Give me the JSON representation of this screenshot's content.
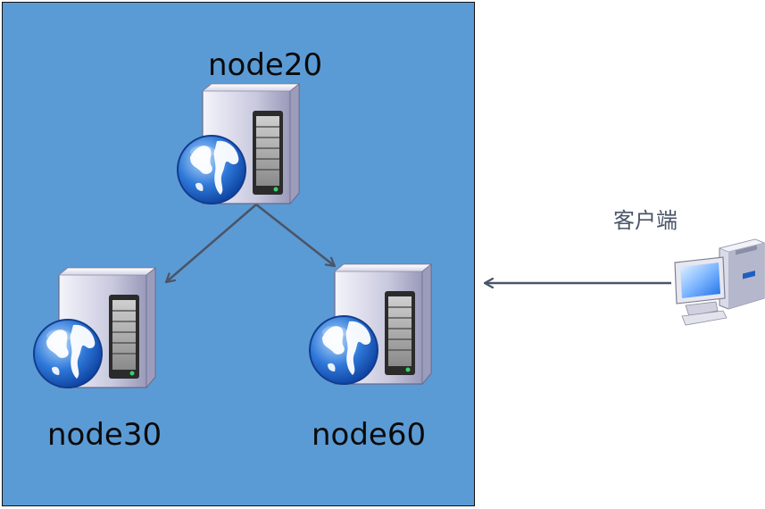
{
  "nodes": {
    "top": {
      "label": "node20"
    },
    "left": {
      "label": "node30"
    },
    "right": {
      "label": "node60"
    }
  },
  "client": {
    "label": "客户端"
  },
  "icons": {
    "server": "server-globe-icon",
    "client": "desktop-computer-icon"
  },
  "colors": {
    "cluster_fill": "#5b9bd5",
    "arrow": "#4a5568"
  }
}
